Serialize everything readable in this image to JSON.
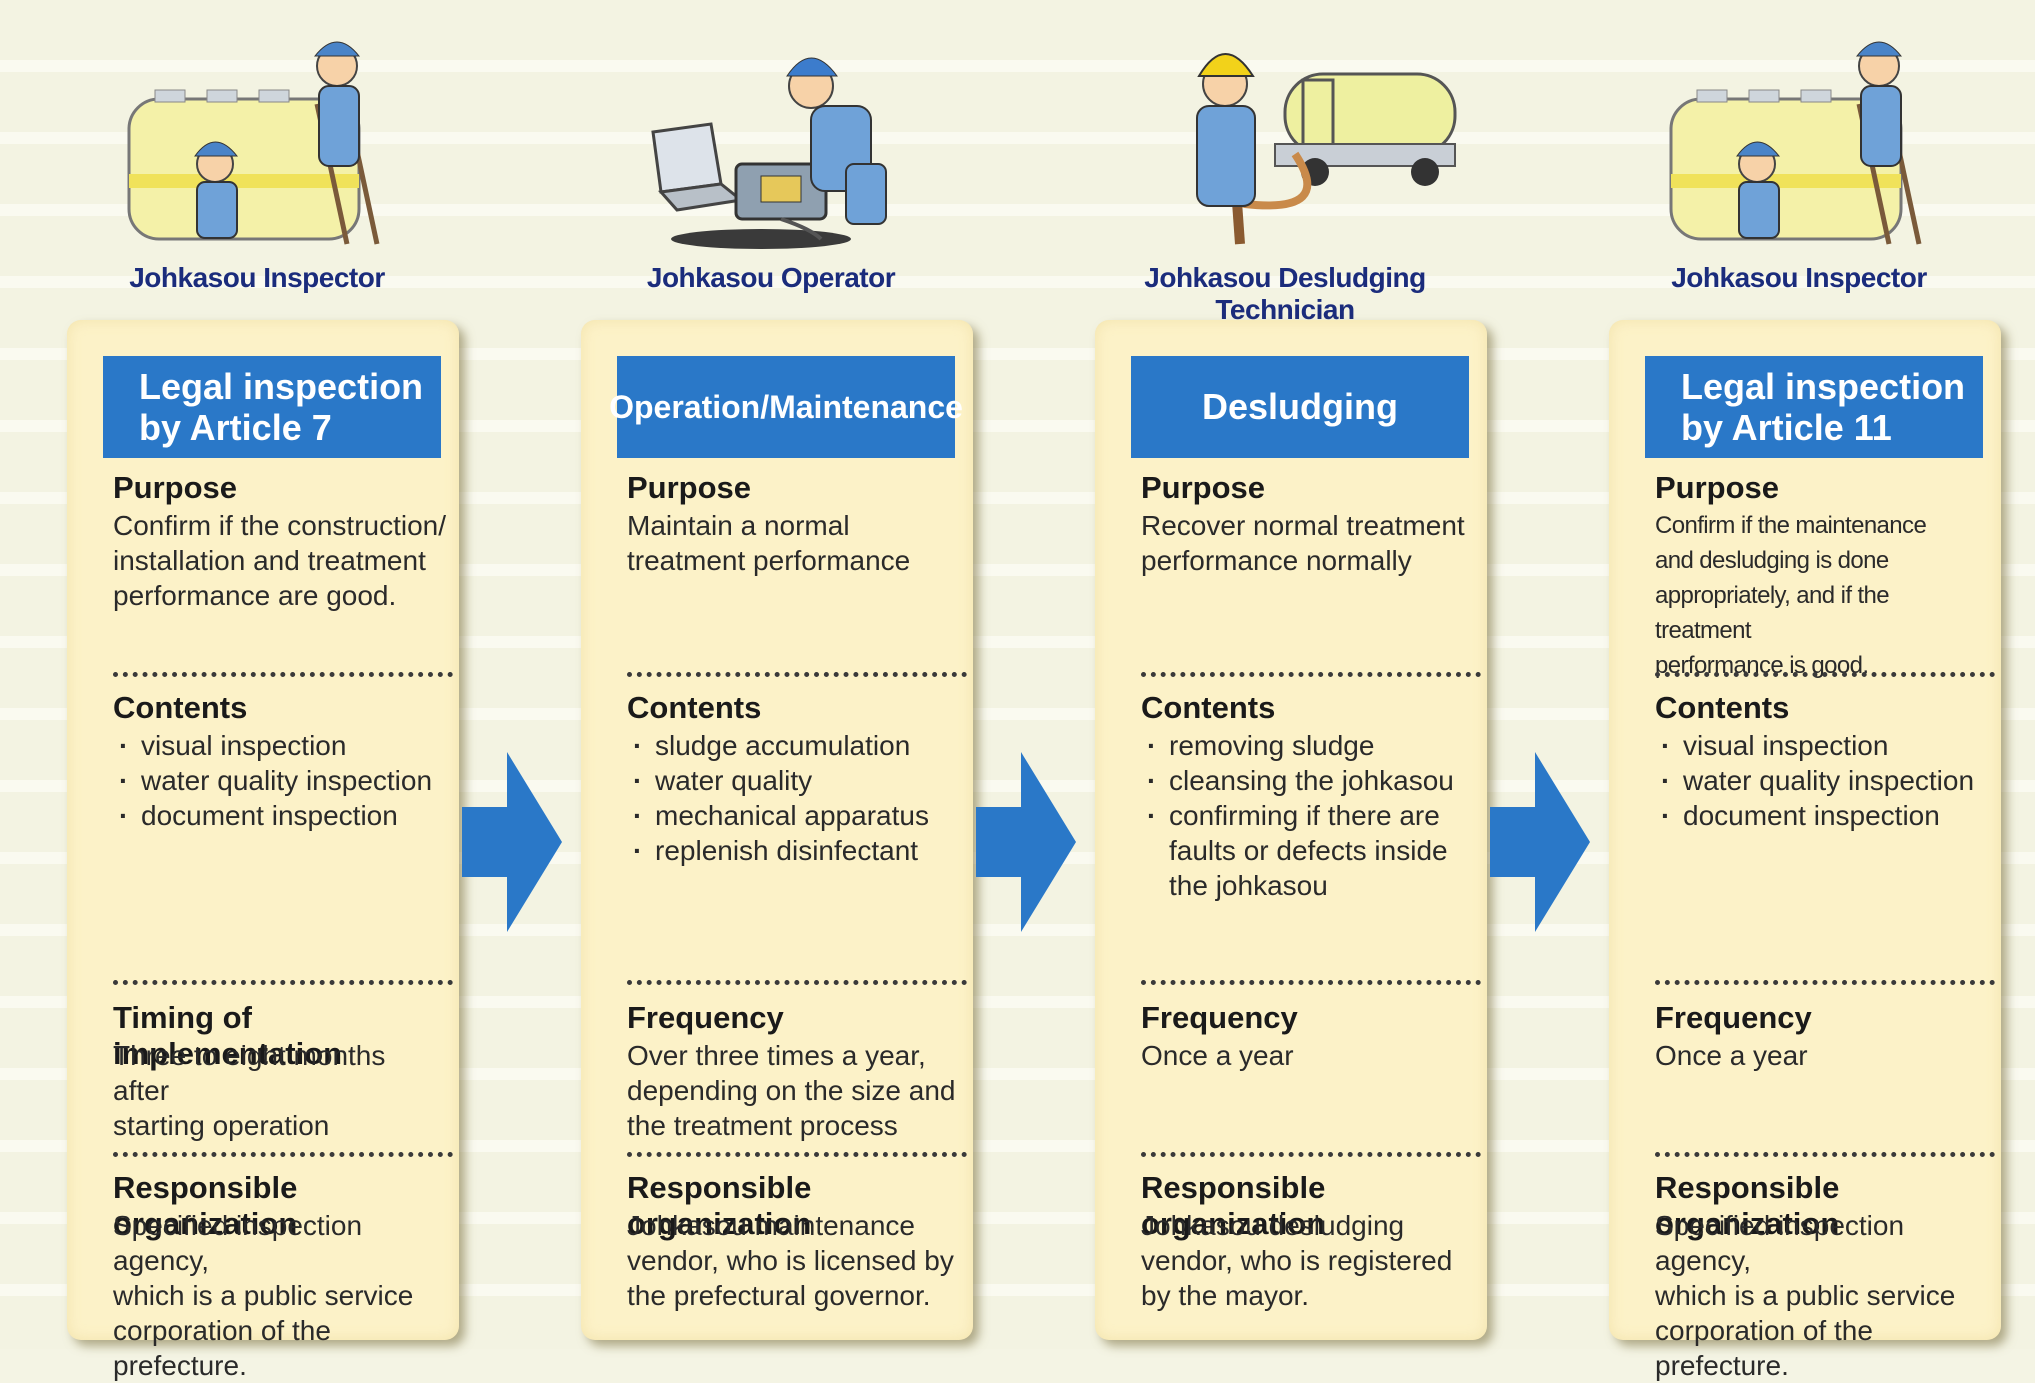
{
  "columns": [
    {
      "role": "Johkasou Inspector",
      "title_lines": [
        "Legal inspection",
        "by Article 7"
      ],
      "sections": [
        {
          "heading": "Purpose",
          "text": "Confirm if the construction/\ninstallation and treatment\nperformance are good."
        },
        {
          "heading": "Contents",
          "items": [
            "visual inspection",
            "water quality inspection",
            "document inspection"
          ]
        },
        {
          "heading": "Timing of implementation",
          "text": "Three to eight months after\nstarting operation"
        },
        {
          "heading": "Responsible organization",
          "text": "Specified inspection agency,\nwhich is a public service\ncorporation of the prefecture."
        }
      ]
    },
    {
      "role": "Johkasou Operator",
      "title_lines": [
        "Operation/Maintenance"
      ],
      "sections": [
        {
          "heading": "Purpose",
          "text": "Maintain a normal\ntreatment performance"
        },
        {
          "heading": "Contents",
          "items": [
            "sludge accumulation",
            "water quality",
            "mechanical apparatus",
            "replenish disinfectant"
          ]
        },
        {
          "heading": "Frequency",
          "text": "Over three times a year,\ndepending on the size and\nthe treatment process"
        },
        {
          "heading": "Responsible organization",
          "text": "Johkasou maintenance\nvendor, who is licensed by\nthe prefectural governor."
        }
      ]
    },
    {
      "role": "Johkasou Desludging Technician",
      "title_lines": [
        "Desludging"
      ],
      "sections": [
        {
          "heading": "Purpose",
          "text": "Recover normal treatment\nperformance normally"
        },
        {
          "heading": "Contents",
          "items": [
            "removing sludge",
            "cleansing the johkasou",
            "confirming if there are faults or defects inside the johkasou"
          ]
        },
        {
          "heading": "Frequency",
          "text": "Once a year"
        },
        {
          "heading": "Responsible organization",
          "text": "Johkasou desludging\nvendor, who is registered\nby the mayor."
        }
      ]
    },
    {
      "role": "Johkasou Inspector",
      "title_lines": [
        "Legal inspection",
        "by Article 11"
      ],
      "sections": [
        {
          "heading": "Purpose",
          "text": "Confirm if the maintenance\nand desludging is done\nappropriately, and if the treatment\nperformance is good."
        },
        {
          "heading": "Contents",
          "items": [
            "visual inspection",
            "water quality inspection",
            "document inspection"
          ]
        },
        {
          "heading": "Frequency",
          "text": "Once a year"
        },
        {
          "heading": "Responsible organization",
          "text": "Specified inspection agency,\nwhich is a public service\ncorporation of the prefecture."
        }
      ]
    }
  ],
  "colors": {
    "title_box": "#2a78c8",
    "arrow": "#2a78c8",
    "card": "#fcf2c8",
    "role_text": "#1b2c7c"
  },
  "icons": [
    "inspector-illustration",
    "operator-illustration",
    "desludging-truck-illustration",
    "inspector-illustration"
  ]
}
